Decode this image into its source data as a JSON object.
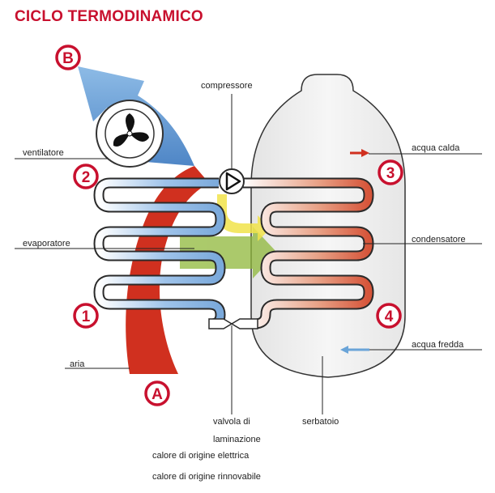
{
  "title": "CICLO TERMODINAMICO",
  "labels": {
    "compressor": "compressore",
    "fan": "ventilatore",
    "evaporator": "evaporatore",
    "air": "aria",
    "hot_water": "acqua calda",
    "condenser": "condensatore",
    "cold_water": "acqua fredda",
    "valve_line1": "valvola di",
    "valve_line2": "laminazione",
    "tank": "serbatoio",
    "legend_electric": "calore di origine elettrica",
    "legend_renewable": "calore di origine rinnovabile"
  },
  "markers": {
    "one": "1",
    "two": "2",
    "three": "3",
    "four": "4",
    "a": "A",
    "b": "B"
  },
  "colors": {
    "title": "#c8102e",
    "marker": "#c8102e",
    "hot_arrow": "#d0301f",
    "cold_arrow": "#6aa4d8",
    "heat_transfer": "#8fb83a",
    "compressor_heat": "#f1e34a",
    "tank_fill": "#eeeeee",
    "coil_outline": "#2a2a2a"
  },
  "icons": {
    "fan": "fan-icon",
    "compressor": "compressor-triangle-icon",
    "valve": "expansion-valve-icon"
  }
}
